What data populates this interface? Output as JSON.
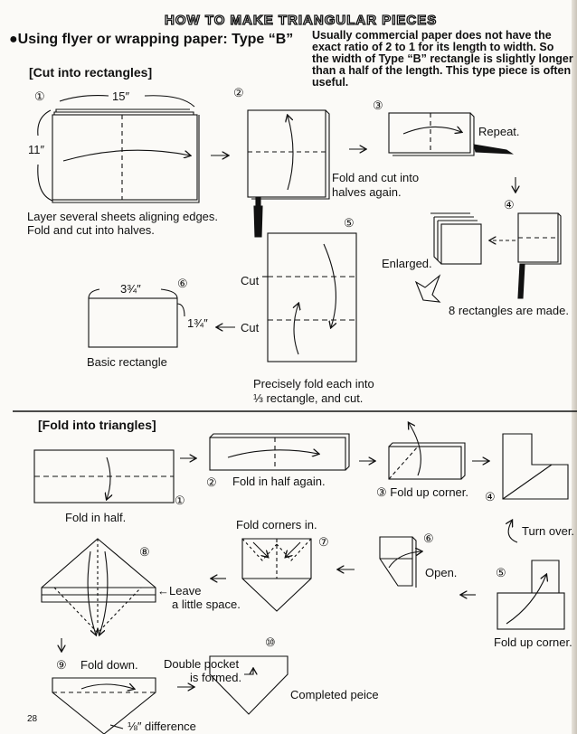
{
  "page": {
    "title": "HOW TO MAKE TRIANGULAR PIECES",
    "subtitle": "●Using flyer or wrapping paper: Type “B”",
    "note_lines": [
      "Usually commercial paper does not have the",
      "exact ratio of 2 to 1 for its length to width. So",
      "the width of Type “B” rectangle is slightly longer",
      "than a half of the length. This type piece is often",
      "useful."
    ],
    "page_number": "28"
  },
  "section_rectangles": {
    "heading": "[Cut into rectangles]",
    "steps": {
      "s1": "①",
      "s2": "②",
      "s3": "③",
      "s4": "④",
      "s5": "⑤",
      "s6": "⑥"
    },
    "dim_15": "15″",
    "dim_11": "11″",
    "dim_334": "3¾″",
    "dim_134": "1¾″",
    "layer_text": [
      "Layer several sheets aligning edges.",
      "Fold and cut into halves."
    ],
    "fold_cut_again": [
      "Fold and cut into",
      "halves again."
    ],
    "repeat": "Repeat.",
    "enlarged": "Enlarged.",
    "eight_rect": "8 rectangles are made.",
    "cut_top": "Cut",
    "cut_bottom": "Cut",
    "basic_rect": "Basic rectangle",
    "precisely": [
      "Precisely fold each into",
      "⅓ rectangle, and cut."
    ]
  },
  "section_triangles": {
    "heading": "[Fold into triangles]",
    "steps": {
      "s1": "①",
      "s2": "②",
      "s3": "③",
      "s4": "④",
      "s5": "⑤",
      "s6": "⑥",
      "s7": "⑦",
      "s8": "⑧",
      "s9": "⑨",
      "s10": "⑩"
    },
    "fold_half": "Fold in half.",
    "fold_half_again": "Fold in half again.",
    "fold_up_corner": "Fold up corner.",
    "turn_over": "Turn over.",
    "fold_corners_in": "Fold corners in.",
    "open": "Open.",
    "fold_up_corner_2": "Fold up corner.",
    "leave": [
      "←Leave",
      "a little space."
    ],
    "fold_down": "Fold down.",
    "double_pocket": [
      "Double pocket",
      "is formed."
    ],
    "completed": "Completed peice",
    "difference": "⅛″ difference"
  }
}
